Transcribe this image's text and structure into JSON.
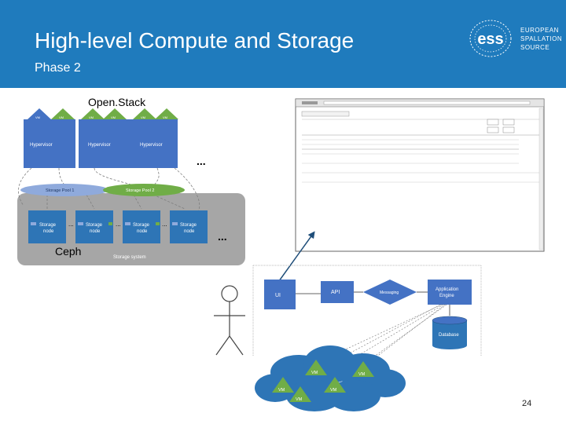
{
  "slide": {
    "title": "High-level Compute and Storage",
    "subtitle": "Phase 2",
    "page_number": "24"
  },
  "logo": {
    "mark": "ess",
    "lines": [
      "EUROPEAN",
      "SPALLATION",
      "SOURCE"
    ]
  },
  "openstack": {
    "label": "Open.Stack",
    "vm_label": "VM",
    "hypervisor_label": "Hypervisor",
    "pool1": "Storage Pool 1",
    "pool2": "Storage Pool 2",
    "more": "..."
  },
  "ceph": {
    "label": "Ceph",
    "node_label_1": "Storage",
    "node_label_2": "node",
    "system_label": "Storage system",
    "more": "..."
  },
  "architecture": {
    "ui": "UI",
    "api": "API",
    "messaging": "Messaging",
    "engine_1": "Application",
    "engine_2": "Engine",
    "database": "Database",
    "vm_label": "VM"
  },
  "colors": {
    "header": "#1f7bbd",
    "hypervisor": "#4472c4",
    "vm": "#70ad47",
    "pool1": "#8faadc",
    "pool2": "#70ad47",
    "storage_bg": "#a6a6a6",
    "storage_node": "#2e75b6",
    "arch_box": "#4472c4",
    "cloud": "#2e75b6"
  }
}
